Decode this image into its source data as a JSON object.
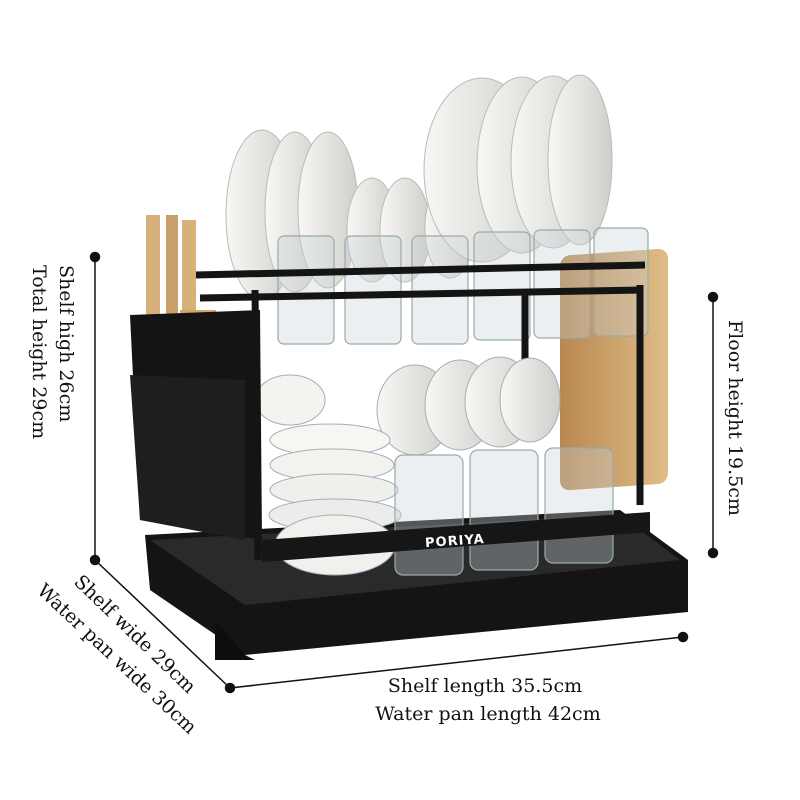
{
  "product": {
    "brand_logo": "PORIYA",
    "colors": {
      "frame": "#1a1a1a",
      "plate": "#eeeeea",
      "board": "#c9a06a",
      "handle": "#d8b07a"
    }
  },
  "dimensions": {
    "shelf_high": "Shelf high 26cm",
    "total_height": "Total height 29cm",
    "floor_height": "Floor height 19.5cm",
    "shelf_wide": "Shelf wide 29cm",
    "water_pan_wide": "Water pan wide 30cm",
    "shelf_length": "Shelf length 35.5cm",
    "water_pan_length": "Water pan length 42cm"
  }
}
